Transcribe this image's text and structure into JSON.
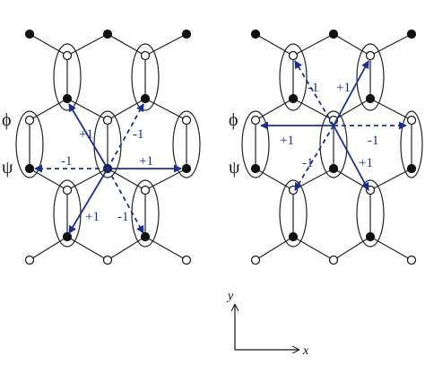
{
  "colors": {
    "arrow": "#1b2f8a",
    "lattice": "#222222",
    "filled_site": "#111111",
    "open_site": "#ffffff"
  },
  "side_labels": {
    "phi": "ϕ",
    "psi": "ψ"
  },
  "axes": {
    "x": "x",
    "y": "y"
  },
  "left_panel": {
    "arrow_labels": [
      "+1",
      "-1",
      "-1",
      "+1",
      "+1",
      "-1"
    ]
  },
  "right_panel": {
    "arrow_labels": [
      "-1",
      "+1",
      "+1",
      "-1",
      "-1",
      "+1"
    ]
  }
}
